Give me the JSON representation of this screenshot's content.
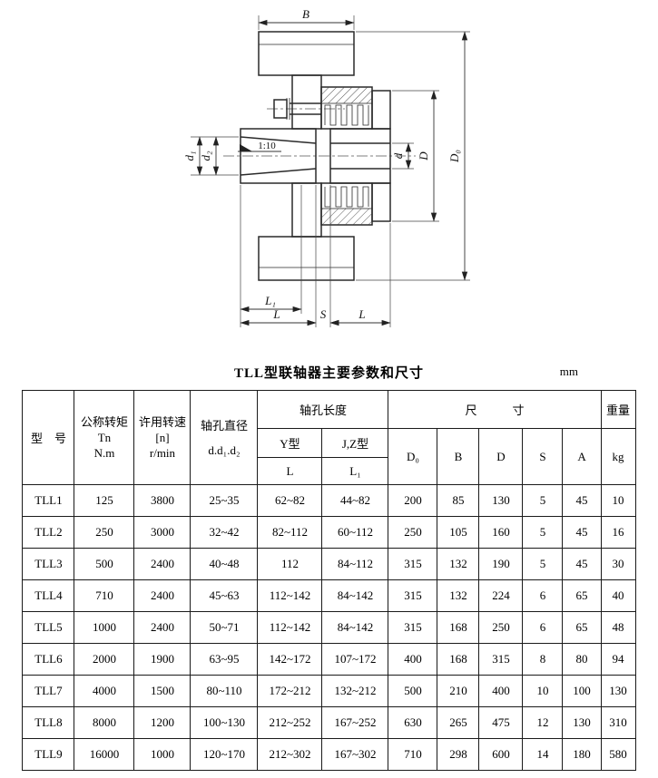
{
  "drawing": {
    "labels": {
      "B": "B",
      "D0": "D₀",
      "D": "D",
      "d": "d",
      "d1": "d₁",
      "d2": "d₂",
      "taper": "1:10",
      "L1": "L₁",
      "L_left": "L",
      "S": "S",
      "L_right": "L"
    }
  },
  "title": {
    "text": "TLL型联轴器主要参数和尺寸",
    "unit": "mm"
  },
  "table": {
    "headers": {
      "model": "型　号",
      "torque_line1": "公称转矩",
      "torque_line2": "Tn",
      "torque_line3": "N.m",
      "speed_line1": "许用转速",
      "speed_line2": "[n]",
      "speed_line3": "r/min",
      "bore_line1": "轴孔直径",
      "bore_line2": "d.d₁.d₂",
      "bore_length": "轴孔长度",
      "y_type": "Y型",
      "jz_type": "J,Z型",
      "L": "L",
      "L1": "L₁",
      "size": "尺　　　寸",
      "D0": "D₀",
      "B": "B",
      "D": "D",
      "S": "S",
      "A": "A",
      "weight": "重量",
      "weight_unit": "kg"
    },
    "rows": [
      [
        "TLL1",
        "125",
        "3800",
        "25~35",
        "62~82",
        "44~82",
        "200",
        "85",
        "130",
        "5",
        "45",
        "10"
      ],
      [
        "TLL2",
        "250",
        "3000",
        "32~42",
        "82~112",
        "60~112",
        "250",
        "105",
        "160",
        "5",
        "45",
        "16"
      ],
      [
        "TLL3",
        "500",
        "2400",
        "40~48",
        "112",
        "84~112",
        "315",
        "132",
        "190",
        "5",
        "45",
        "30"
      ],
      [
        "TLL4",
        "710",
        "2400",
        "45~63",
        "112~142",
        "84~142",
        "315",
        "132",
        "224",
        "6",
        "65",
        "40"
      ],
      [
        "TLL5",
        "1000",
        "2400",
        "50~71",
        "112~142",
        "84~142",
        "315",
        "168",
        "250",
        "6",
        "65",
        "48"
      ],
      [
        "TLL6",
        "2000",
        "1900",
        "63~95",
        "142~172",
        "107~172",
        "400",
        "168",
        "315",
        "8",
        "80",
        "94"
      ],
      [
        "TLL7",
        "4000",
        "1500",
        "80~110",
        "172~212",
        "132~212",
        "500",
        "210",
        "400",
        "10",
        "100",
        "130"
      ],
      [
        "TLL8",
        "8000",
        "1200",
        "100~130",
        "212~252",
        "167~252",
        "630",
        "265",
        "475",
        "12",
        "130",
        "310"
      ],
      [
        "TLL9",
        "16000",
        "1000",
        "120~170",
        "212~302",
        "167~302",
        "710",
        "298",
        "600",
        "14",
        "180",
        "580"
      ]
    ]
  }
}
